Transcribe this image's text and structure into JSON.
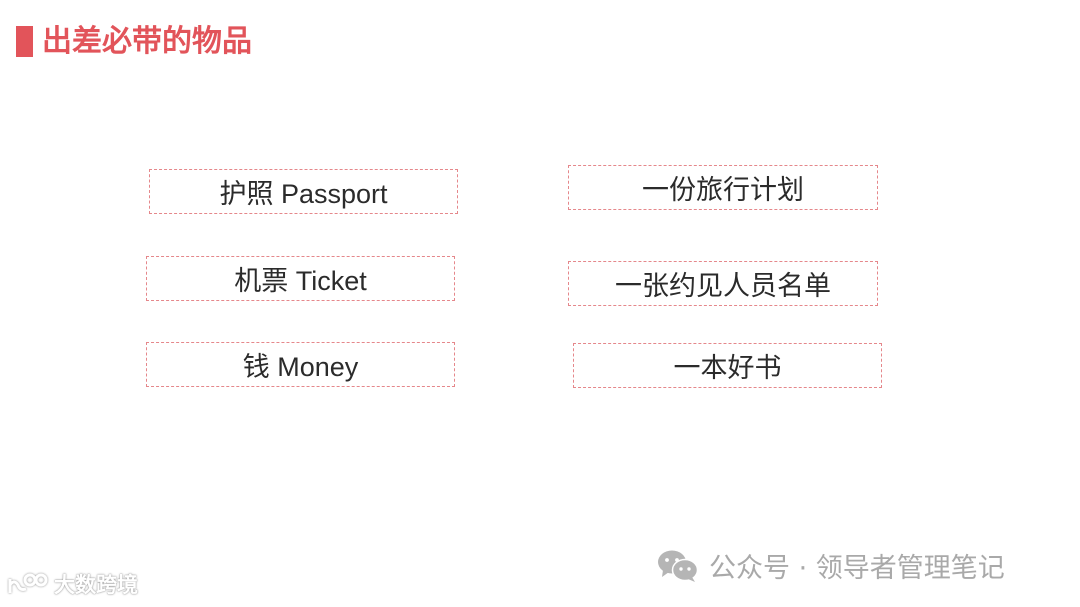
{
  "slide": {
    "title": "出差必带的物品",
    "accent_color": "#e2545a",
    "border_color": "#e5878b"
  },
  "items": [
    {
      "label": "护照 Passport"
    },
    {
      "label": "机票 Ticket"
    },
    {
      "label": "钱 Money"
    },
    {
      "label": "一份旅行计划"
    },
    {
      "label": "一张约见人员名单"
    },
    {
      "label": "一本好书"
    }
  ],
  "footer": {
    "wechat_icon": "wechat-icon",
    "wechat_text": "公众号 · 领导者管理笔记",
    "logo_icon": "logo-mark",
    "logo_text": "大数跨境"
  }
}
